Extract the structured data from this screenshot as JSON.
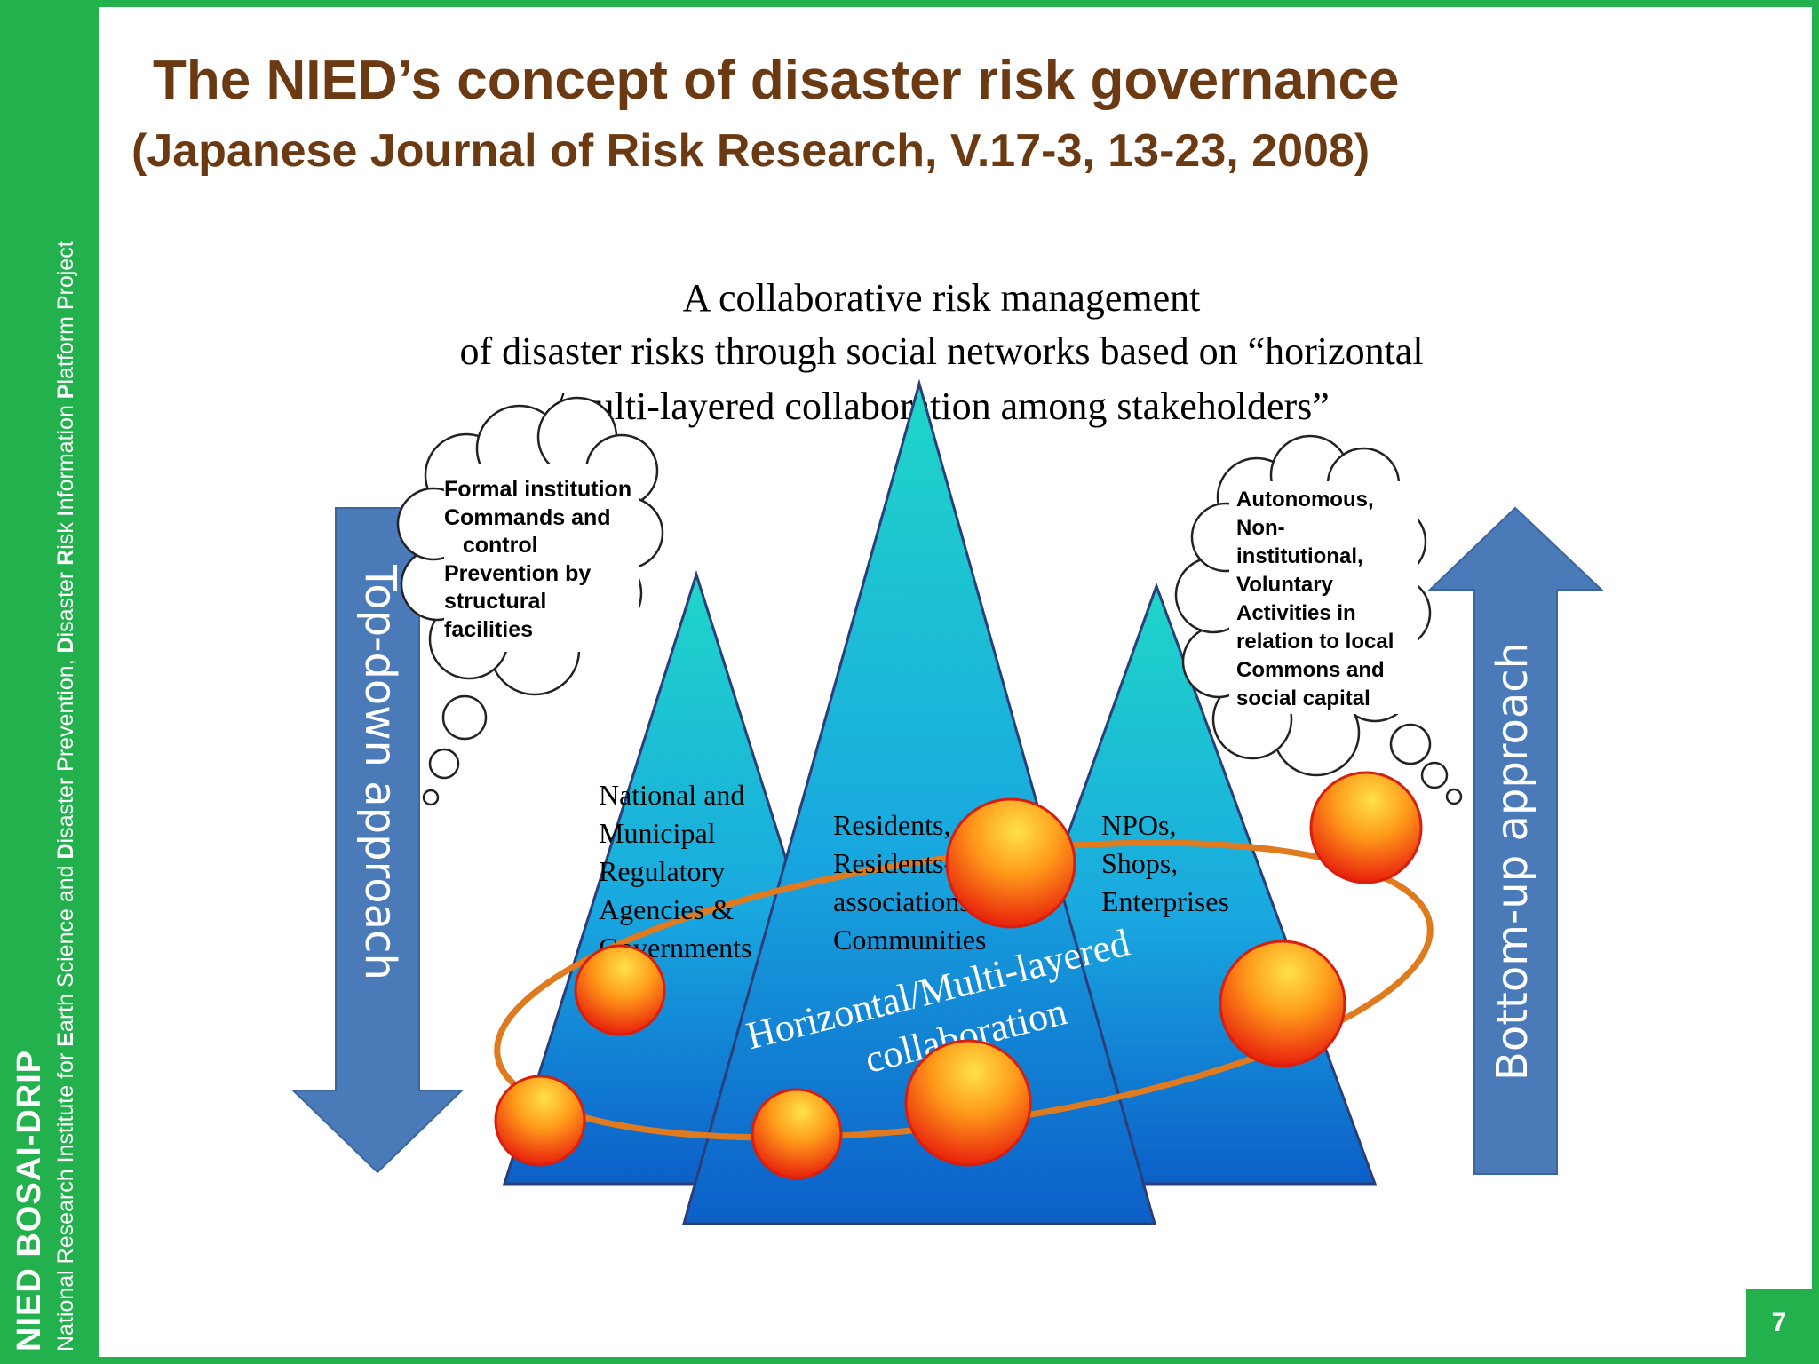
{
  "sidebar": {
    "brand": "NIED BOSAI-DRIP",
    "subtitle_parts": [
      {
        "text": "National Research Institute for ",
        "bold": false
      },
      {
        "text": "E",
        "bold": true
      },
      {
        "text": "arth Science and ",
        "bold": false
      },
      {
        "text": "D",
        "bold": true
      },
      {
        "text": "isaster Prevention, ",
        "bold": false
      },
      {
        "text": "D",
        "bold": true
      },
      {
        "text": "isaster ",
        "bold": false
      },
      {
        "text": "R",
        "bold": true
      },
      {
        "text": "isk ",
        "bold": false
      },
      {
        "text": "I",
        "bold": true
      },
      {
        "text": "nformation ",
        "bold": false
      },
      {
        "text": "P",
        "bold": true
      },
      {
        "text": "latform Project",
        "bold": false
      }
    ]
  },
  "header": {
    "title": "The NIED’s concept of disaster risk governance",
    "subtitle": "(Japanese Journal of Risk Research, V.17-3, 13-23, 2008)"
  },
  "diagram": {
    "concept_lines": [
      "A collaborative risk management",
      "of disaster risks through social networks based on “horizontal",
      "/multi-layered collaboration among stakeholders”"
    ],
    "left_arrow_label": "Top-down approach",
    "right_arrow_label": "Bottom-up approach",
    "left_cloud_lines": [
      "Formal institution",
      "Commands and",
      "   control",
      "Prevention by",
      "structural",
      "facilities"
    ],
    "right_cloud_lines": [
      "Autonomous,",
      "Non-",
      "institutional,",
      "Voluntary",
      "Activities in",
      "relation to local",
      "Commons and",
      "social capital"
    ],
    "left_mountain_lines": [
      "National and",
      "Municipal",
      "Regulatory",
      "Agencies &",
      "Governments"
    ],
    "center_mountain_lines": [
      "Residents,",
      "Residents-",
      "associations,",
      "Communities"
    ],
    "right_mountain_lines": [
      "NPOs,",
      "Shops,",
      "Enterprises"
    ],
    "collaboration_lines": [
      "Horizontal/Multi-layered",
      "collaboration"
    ],
    "colors": {
      "arrow_fill": "#4a7ab8",
      "ellipse_stroke": "#e07a1e",
      "mountain_top": "#1fd6c8",
      "mountain_bottom": "#0c5fc8"
    }
  },
  "page_number": "7"
}
